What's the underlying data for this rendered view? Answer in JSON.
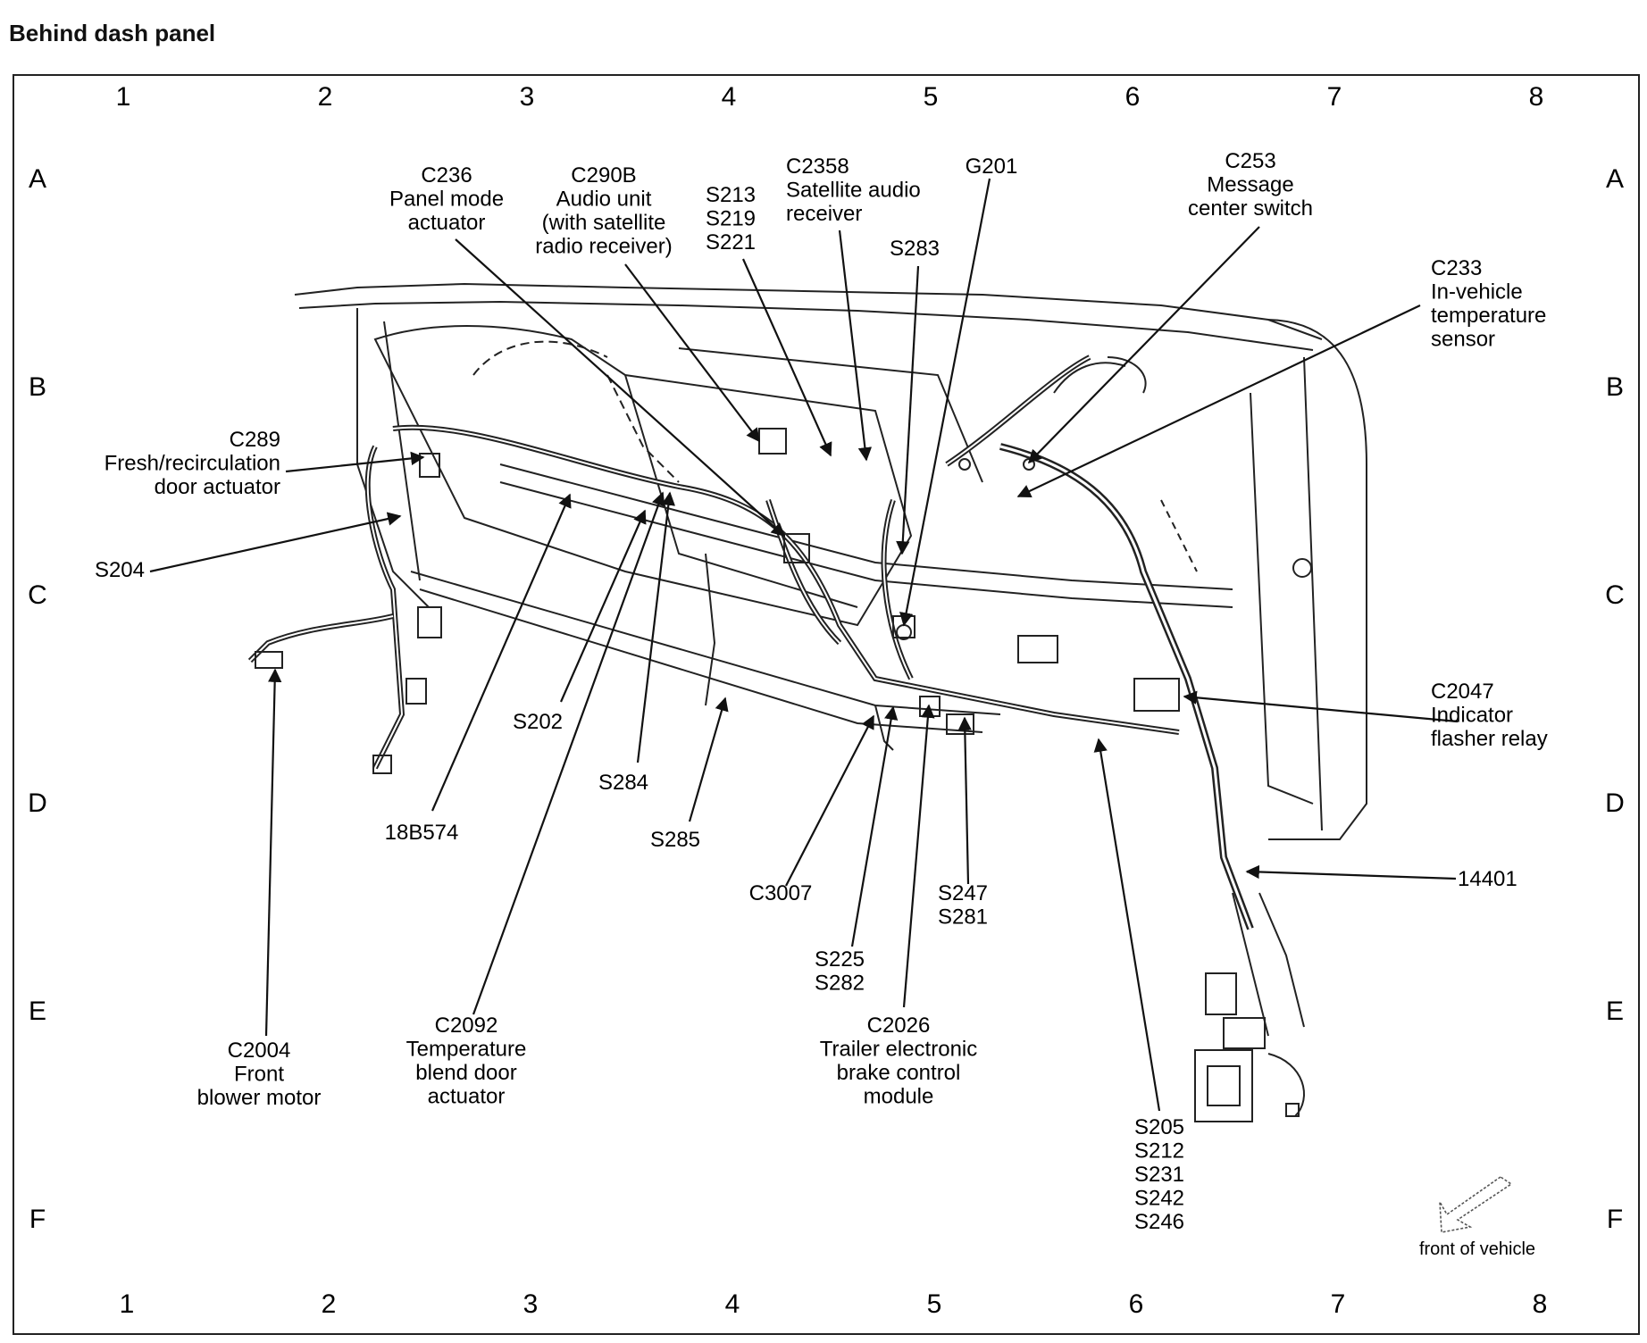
{
  "title": "Behind dash panel",
  "grid": {
    "columns": [
      "1",
      "2",
      "3",
      "4",
      "5",
      "6",
      "7",
      "8"
    ],
    "rows": [
      "A",
      "B",
      "C",
      "D",
      "E",
      "F"
    ]
  },
  "callouts": [
    {
      "id": "c236",
      "lines": [
        "C236",
        "Panel mode",
        "actuator"
      ]
    },
    {
      "id": "c290b",
      "lines": [
        "C290B",
        "Audio unit",
        "(with satellite",
        "radio receiver)"
      ]
    },
    {
      "id": "s213",
      "lines": [
        "S213",
        "S219",
        "S221"
      ]
    },
    {
      "id": "c2358",
      "lines": [
        "C2358",
        "Satellite audio",
        "receiver"
      ]
    },
    {
      "id": "g201",
      "lines": [
        "G201"
      ]
    },
    {
      "id": "s283",
      "lines": [
        "S283"
      ]
    },
    {
      "id": "c253",
      "lines": [
        "C253",
        "Message",
        "center switch"
      ]
    },
    {
      "id": "c233",
      "lines": [
        "C233",
        "In-vehicle",
        "temperature",
        "sensor"
      ]
    },
    {
      "id": "c289",
      "lines": [
        "C289",
        "Fresh/recirculation",
        "door actuator"
      ]
    },
    {
      "id": "s204",
      "lines": [
        "S204"
      ]
    },
    {
      "id": "s202",
      "lines": [
        "S202"
      ]
    },
    {
      "id": "s284",
      "lines": [
        "S284"
      ]
    },
    {
      "id": "s285",
      "lines": [
        "S285"
      ]
    },
    {
      "id": "18b574",
      "lines": [
        "18B574"
      ]
    },
    {
      "id": "c2047",
      "lines": [
        "C2047",
        "Indicator",
        "flasher relay"
      ]
    },
    {
      "id": "14401",
      "lines": [
        "14401"
      ]
    },
    {
      "id": "c3007",
      "lines": [
        "C3007"
      ]
    },
    {
      "id": "s247",
      "lines": [
        "S247",
        "S281"
      ]
    },
    {
      "id": "s225",
      "lines": [
        "S225",
        "S282"
      ]
    },
    {
      "id": "c2026",
      "lines": [
        "C2026",
        "Trailer electronic",
        "brake control",
        "module"
      ]
    },
    {
      "id": "c2092",
      "lines": [
        "C2092",
        "Temperature",
        "blend door",
        "actuator"
      ]
    },
    {
      "id": "c2004",
      "lines": [
        "C2004",
        "Front",
        "blower motor"
      ]
    },
    {
      "id": "s205",
      "lines": [
        "S205",
        "S212",
        "S231",
        "S242",
        "S246"
      ]
    }
  ],
  "orientation": {
    "label": "front of vehicle"
  },
  "colors": {
    "line": "#111111",
    "frame": "#222222",
    "background": "#ffffff"
  }
}
